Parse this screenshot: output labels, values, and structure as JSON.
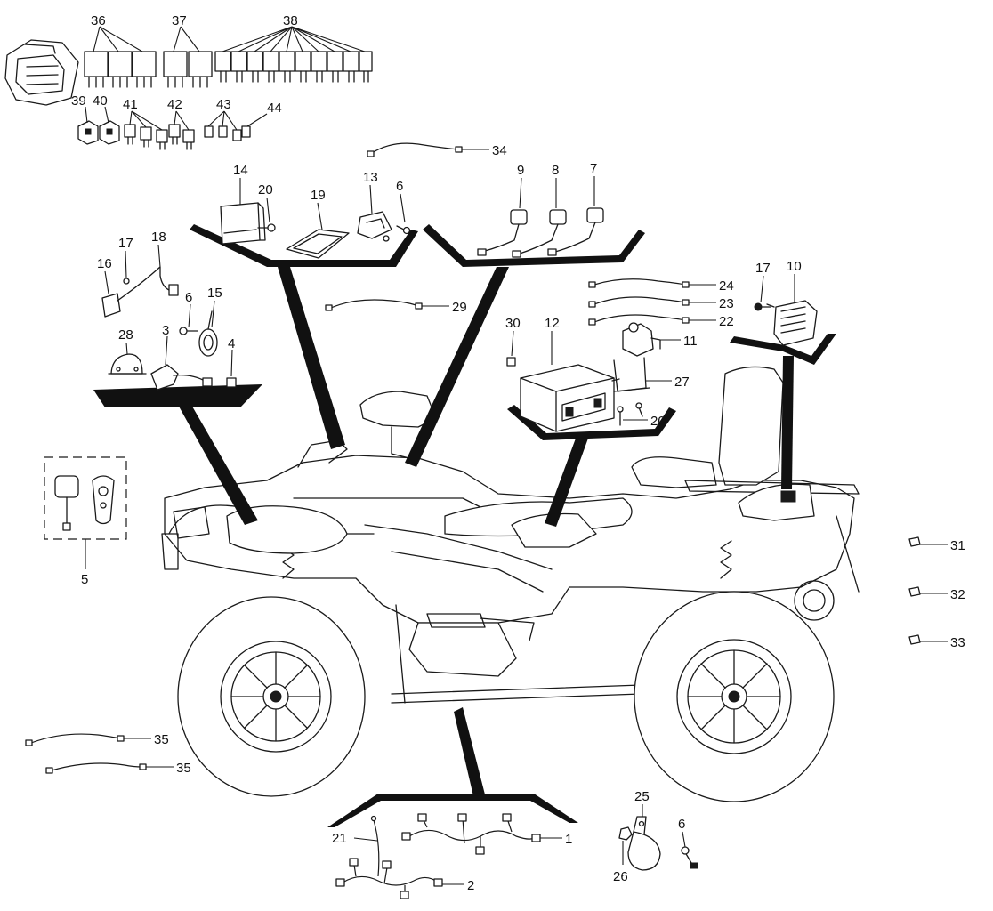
{
  "callouts": [
    {
      "id": "c1",
      "text": "1"
    },
    {
      "id": "c2",
      "text": "2"
    },
    {
      "id": "c3",
      "text": "3"
    },
    {
      "id": "c4",
      "text": "4"
    },
    {
      "id": "c5",
      "text": "5"
    },
    {
      "id": "c6a",
      "text": "6"
    },
    {
      "id": "c6b",
      "text": "6"
    },
    {
      "id": "c6c",
      "text": "6"
    },
    {
      "id": "c7",
      "text": "7"
    },
    {
      "id": "c8",
      "text": "8"
    },
    {
      "id": "c9",
      "text": "9"
    },
    {
      "id": "c10",
      "text": "10"
    },
    {
      "id": "c11",
      "text": "11"
    },
    {
      "id": "c12",
      "text": "12"
    },
    {
      "id": "c13",
      "text": "13"
    },
    {
      "id": "c14",
      "text": "14"
    },
    {
      "id": "c15",
      "text": "15"
    },
    {
      "id": "c16",
      "text": "16"
    },
    {
      "id": "c17a",
      "text": "17"
    },
    {
      "id": "c17b",
      "text": "17"
    },
    {
      "id": "c18",
      "text": "18"
    },
    {
      "id": "c19",
      "text": "19"
    },
    {
      "id": "c20a",
      "text": "20"
    },
    {
      "id": "c20b",
      "text": "20"
    },
    {
      "id": "c21",
      "text": "21"
    },
    {
      "id": "c22",
      "text": "22"
    },
    {
      "id": "c23",
      "text": "23"
    },
    {
      "id": "c24",
      "text": "24"
    },
    {
      "id": "c25",
      "text": "25"
    },
    {
      "id": "c26",
      "text": "26"
    },
    {
      "id": "c27",
      "text": "27"
    },
    {
      "id": "c28",
      "text": "28"
    },
    {
      "id": "c29",
      "text": "29"
    },
    {
      "id": "c30",
      "text": "30"
    },
    {
      "id": "c31",
      "text": "31"
    },
    {
      "id": "c32",
      "text": "32"
    },
    {
      "id": "c33",
      "text": "33"
    },
    {
      "id": "c34",
      "text": "34"
    },
    {
      "id": "c35a",
      "text": "35"
    },
    {
      "id": "c35b",
      "text": "35"
    },
    {
      "id": "c36",
      "text": "36"
    },
    {
      "id": "c37",
      "text": "37"
    },
    {
      "id": "c38",
      "text": "38"
    },
    {
      "id": "c39",
      "text": "39"
    },
    {
      "id": "c40",
      "text": "40"
    },
    {
      "id": "c41",
      "text": "41"
    },
    {
      "id": "c42",
      "text": "42"
    },
    {
      "id": "c43",
      "text": "43"
    },
    {
      "id": "c44",
      "text": "44"
    }
  ],
  "colors": {
    "ink": "#1a1a1a",
    "background": "#ffffff"
  }
}
